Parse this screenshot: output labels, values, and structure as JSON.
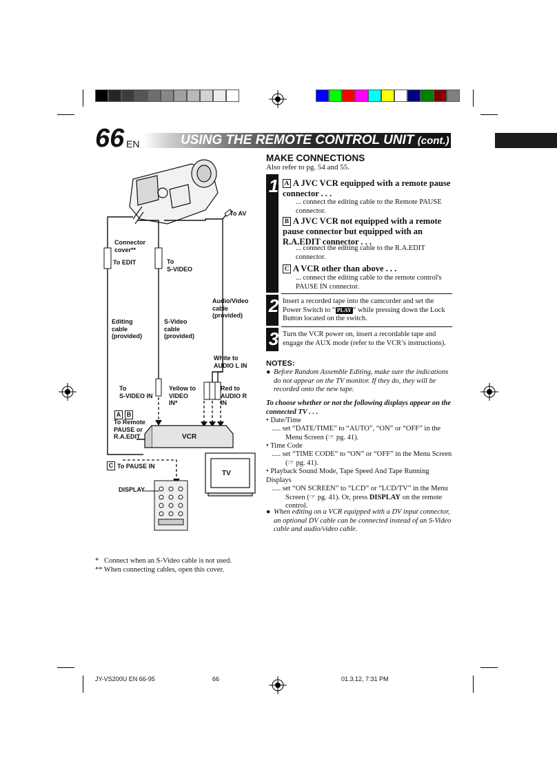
{
  "header": {
    "page_number": "66",
    "lang": "EN",
    "title": "USING THE REMOTE CONTROL UNIT",
    "title_cont": "(cont.)"
  },
  "colors": {
    "gray_swatches": [
      "#000000",
      "#262626",
      "#3c3c3c",
      "#555555",
      "#6e6e6e",
      "#878787",
      "#a0a0a0",
      "#b9b9b9",
      "#d2d2d2",
      "#ebebeb",
      "#ffffff"
    ],
    "color_swatches": [
      "#0000ff",
      "#00ff00",
      "#ff0000",
      "#ff00ff",
      "#00ffff",
      "#ffff00",
      "#ffffff",
      "#000080",
      "#008000",
      "#800000",
      "#808080"
    ]
  },
  "section": {
    "heading": "MAKE CONNECTIONS",
    "ref": "Also refer to pg. 54 and 55."
  },
  "steps": [
    {
      "num": "1",
      "subs": [
        {
          "letter": "A",
          "head": "A JVC VCR equipped with a remote pause connector . . .",
          "desc": "... connect the editing cable to the Remote PAUSE connector."
        },
        {
          "letter": "B",
          "head": "A JVC VCR not equipped with a remote pause connector but equipped with an R.A.EDIT connector . . .",
          "desc": "... connect the editing cable to the R.A.EDIT connector."
        },
        {
          "letter": "C",
          "head": "A VCR other than above . . .",
          "desc": "... connect the editing cable to the remote control's PAUSE IN connector."
        }
      ]
    },
    {
      "num": "2",
      "text_a": "Insert a recorded tape into the camcorder and set the Power Switch to “",
      "badge": "PLAY",
      "text_b": "” while pressing down the Lock Button located on the switch."
    },
    {
      "num": "3",
      "text": "Turn the VCR power on, insert a recordable tape and engage the AUX mode (refer to the VCR’s instructions)."
    }
  ],
  "notes": {
    "heading": "NOTES:",
    "note1": "Before Random Assemble Editing, make sure the indications do not appear on the TV monitor. If they do, they will be recorded onto the new tape.",
    "choose_heading": "To choose whether or not the following displays appear on the connected TV . . .",
    "options": [
      {
        "label": "Date/Time",
        "desc": "..... set “DATE/TIME” to “AUTO”, “ON” or “OFF” in the Menu Screen (☞ pg. 41)."
      },
      {
        "label": "Time Code",
        "desc": "..... set “TIME CODE” to “ON” or “OFF” in the Menu Screen (☞ pg. 41)."
      },
      {
        "label": "Playback Sound Mode, Tape Speed And Tape Running Displays",
        "desc_a": "..... set “ON SCREEN” to “LCD” or “LCD/TV” in the Menu Screen (☞ pg. 41). Or, press ",
        "desc_bold": "DISPLAY",
        "desc_b": " on the remote control."
      }
    ],
    "note2": "When editing on a VCR equipped with a DV input connector, an optional DV cable can be connected instead of an S-Video cable and audio/video cable."
  },
  "diagram": {
    "to_av": "To AV",
    "connector_cover": "Connector\ncover**",
    "to_edit": "To EDIT",
    "to_svideo": "To\nS-VIDEO",
    "editing_cable": "Editing\ncable\n(provided)",
    "svideo_cable": "S-Video\ncable\n(provided)",
    "av_cable": "Audio/Video\ncable\n(provided)",
    "white_to": "White to\nAUDIO L IN",
    "to_svideo_in": "To\nS-VIDEO IN",
    "yellow_to": "Yellow to\nVIDEO\nIN*",
    "red_to": "Red to\nAUDIO R\nIN",
    "letters_ab": [
      "A",
      "B"
    ],
    "to_remote": "To Remote\nPAUSE or\nR.A.EDIT",
    "vcr": "VCR",
    "letter_c": "C",
    "to_pause_in": "To PAUSE IN",
    "tv": "TV",
    "display": "DISPLAY"
  },
  "footnotes": {
    "f1": "*   Connect when an S-Video cable is not used.",
    "f2": "** When connecting cables, open this cover."
  },
  "footer": {
    "file": "JY-VS200U EN 66-95",
    "page": "66",
    "date": "01.3.12, 7:31 PM"
  }
}
